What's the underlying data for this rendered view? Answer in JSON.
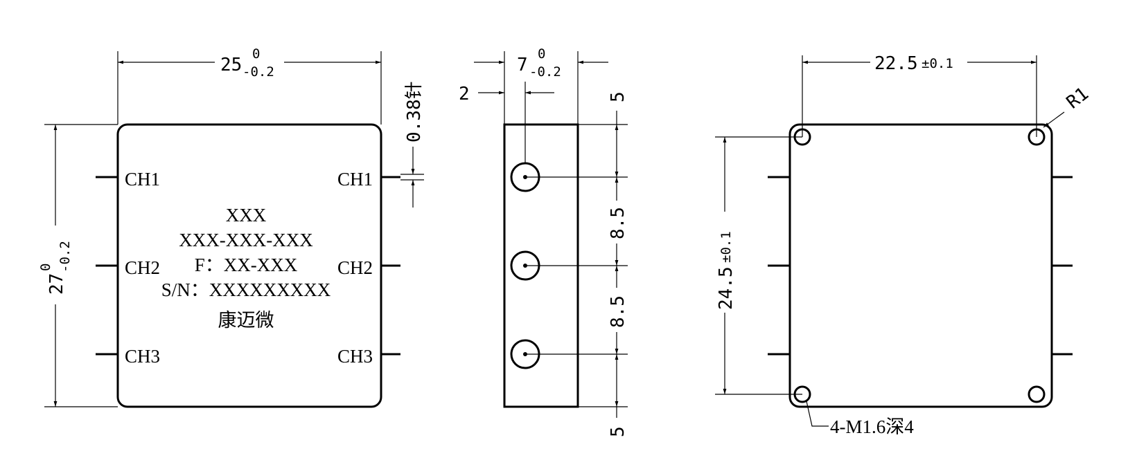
{
  "front_view": {
    "width_dim": {
      "value": "25",
      "upper_tol": "0",
      "lower_tol": "-0.2"
    },
    "height_dim": {
      "value": "27",
      "upper_tol": "0",
      "lower_tol": "-0.2"
    },
    "pin_dim": "0.38针",
    "channels_left": [
      "CH1",
      "CH2",
      "CH3"
    ],
    "channels_right": [
      "CH1",
      "CH2",
      "CH3"
    ],
    "label_lines": [
      "XXX",
      "XXX-XXX-XXX",
      "F：XX-XXX",
      "S/N：XXXXXXXXX",
      "康迈微"
    ]
  },
  "side_view": {
    "width_dim": {
      "value": "7",
      "upper_tol": "0",
      "lower_tol": "-0.2"
    },
    "offset_dim": "2",
    "pitch_dims": [
      "5",
      "8.5",
      "8.5",
      "5"
    ]
  },
  "back_view": {
    "width_dim": {
      "value": "22.5",
      "tol": "±0.1"
    },
    "height_dim": {
      "value": "24.5",
      "tol": "±0.1"
    },
    "radius": "R1",
    "hole_note": "4-M1.6深4"
  }
}
